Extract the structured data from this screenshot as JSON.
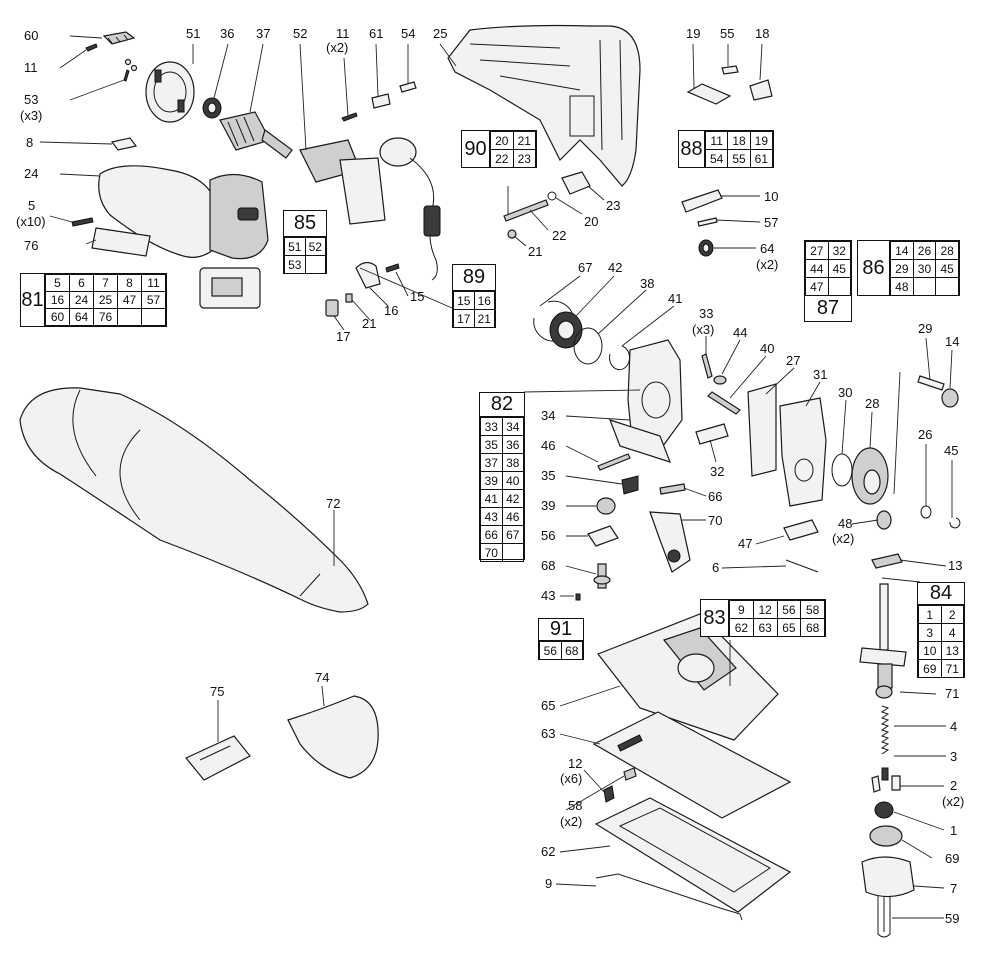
{
  "diagram": {
    "labels": [
      "60",
      "11",
      "53",
      "(x3)",
      "8",
      "24",
      "5",
      "(x10)",
      "76",
      "51",
      "36",
      "37",
      "52",
      "11",
      "(x2)",
      "61",
      "54",
      "25",
      "19",
      "55",
      "18",
      "10",
      "57",
      "64",
      "(x2)",
      "67",
      "42",
      "38",
      "41",
      "33",
      "(x3)",
      "44",
      "40",
      "27",
      "31",
      "30",
      "28",
      "29",
      "14",
      "26",
      "45",
      "48",
      "(x2)",
      "47",
      "6",
      "13",
      "34",
      "46",
      "35",
      "39",
      "56",
      "68",
      "43",
      "23",
      "20",
      "22",
      "21",
      "15",
      "16",
      "21",
      "17",
      "66",
      "70",
      "32",
      "65",
      "63",
      "12",
      "(x6)",
      "58",
      "(x2)",
      "62",
      "9",
      "71",
      "4",
      "3",
      "2",
      "(x2)",
      "1",
      "69",
      "7",
      "59",
      "72",
      "75",
      "74"
    ],
    "kits": [
      {
        "id": "81",
        "items": [
          "5",
          "6",
          "7",
          "8",
          "11",
          "16",
          "24",
          "25",
          "47",
          "57",
          "60",
          "64",
          "76",
          "",
          ""
        ]
      },
      {
        "id": "85",
        "items": [
          "51",
          "52",
          "53",
          ""
        ]
      },
      {
        "id": "89",
        "items": [
          "15",
          "16",
          "17",
          "21"
        ]
      },
      {
        "id": "90",
        "items": [
          "20",
          "21",
          "22",
          "23"
        ]
      },
      {
        "id": "88",
        "items": [
          "11",
          "18",
          "19",
          "54",
          "55",
          "61"
        ]
      },
      {
        "id": "87",
        "items": [
          "27",
          "32",
          "44",
          "45",
          "47",
          ""
        ]
      },
      {
        "id": "86",
        "items": [
          "14",
          "26",
          "28",
          "29",
          "30",
          "45",
          "48",
          "",
          ""
        ]
      },
      {
        "id": "82",
        "items": [
          "33",
          "34",
          "35",
          "36",
          "37",
          "38",
          "39",
          "40",
          "41",
          "42",
          "43",
          "46",
          "66",
          "67",
          "70",
          ""
        ]
      },
      {
        "id": "91",
        "items": [
          "56",
          "68"
        ]
      },
      {
        "id": "83",
        "items": [
          "9",
          "12",
          "56",
          "58",
          "62",
          "63",
          "65",
          "68"
        ]
      },
      {
        "id": "84",
        "items": [
          "1",
          "2",
          "3",
          "4",
          "10",
          "13",
          "69",
          "71"
        ]
      }
    ]
  }
}
